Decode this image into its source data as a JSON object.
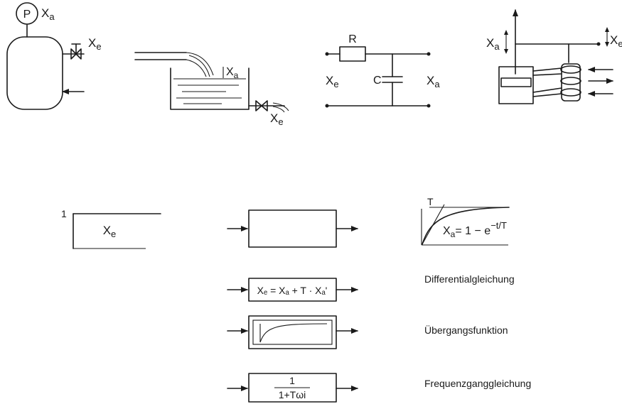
{
  "diagrams": {
    "pressure_vessel": {
      "gauge": "P",
      "output": "X",
      "output_sub": "a",
      "input": "X",
      "input_sub": "e",
      "valve_mark": "T"
    },
    "tank": {
      "output": "X",
      "output_sub": "a",
      "input": "X",
      "input_sub": "e"
    },
    "rc_circuit": {
      "resistor": "R",
      "capacitor": "C",
      "input": "X",
      "input_sub": "e",
      "output": "X",
      "output_sub": "a"
    },
    "actuator": {
      "output": "X",
      "output_sub": "a",
      "input": "X",
      "input_sub": "e"
    }
  },
  "block": {
    "step_one": "1",
    "step_input": "X",
    "step_input_sub": "e",
    "response_T": "T",
    "response_eq_X": "X",
    "response_eq_sub": "a",
    "response_eq_rhs": "= 1 − e",
    "response_eq_exp": "−t/T"
  },
  "rows": [
    {
      "equation": "Xₑ = Xₐ + T · Xₐ'",
      "label": "Differentialgleichung"
    },
    {
      "label": "Übergangsfunktion"
    },
    {
      "frac_num": "1",
      "frac_den": "1+Tωi",
      "label": "Frequenzganggleichung"
    }
  ]
}
